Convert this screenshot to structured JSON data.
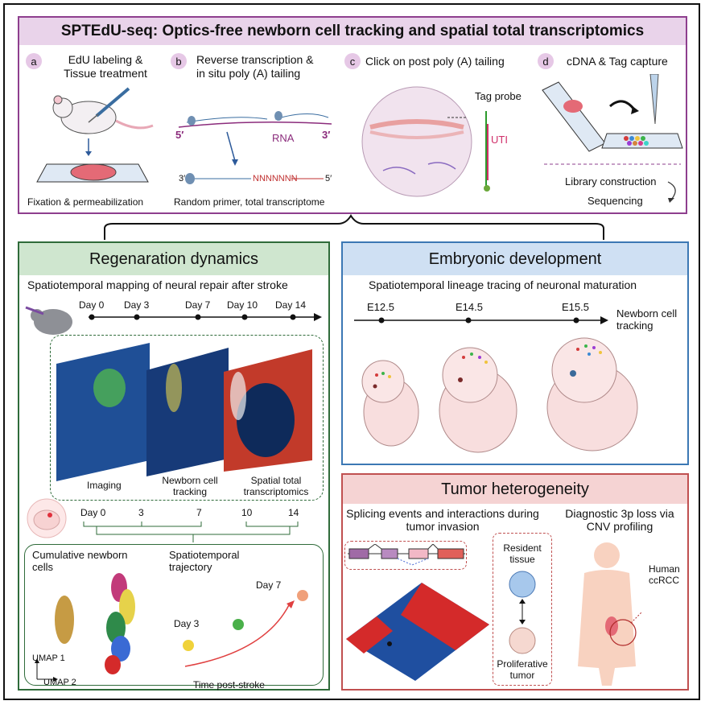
{
  "title": "SPTEdU-seq: Optics-free newborn cell tracking and spatial total transcriptomics",
  "steps": [
    {
      "badge": "a",
      "line1": "EdU labeling &",
      "line2": "Tissue treatment",
      "caption": "Fixation & permeabilization"
    },
    {
      "badge": "b",
      "line1": "Reverse transcription &",
      "line2": "in situ poly (A) tailing",
      "caption": "Random primer, total transcriptome"
    },
    {
      "badge": "c",
      "line1": "Click on post poly (A) tailing",
      "line2": ""
    },
    {
      "badge": "d",
      "line1": "cDNA & Tag capture",
      "line2": ""
    }
  ],
  "step_b_labels": {
    "five_prime": "5′",
    "rna": "RNA",
    "three_prime": "3′",
    "primer_3": "3′",
    "primer_5": "5′",
    "nnn": "NNNNNNN"
  },
  "step_c_labels": {
    "tag_probe": "Tag probe",
    "uti": "UTI"
  },
  "step_d_labels": {
    "library": "Library construction",
    "sequencing": "Sequencing"
  },
  "regen": {
    "header": "Regenaration dynamics",
    "subtitle": "Spatiotemporal mapping of neural repair after stroke",
    "timeline": [
      "Day 0",
      "Day 3",
      "Day 7",
      "Day 10",
      "Day 14"
    ],
    "image_labels": [
      "Imaging",
      "Newborn cell tracking",
      "Spatial total transcriptomics"
    ],
    "lower_timeline": [
      "Day 0",
      "3",
      "7",
      "10",
      "14"
    ],
    "cumulative": "Cumulative newborn cells",
    "trajectory": "Spatiotemporal trajectory",
    "umap1": "UMAP 1",
    "umap2": "UMAP 2",
    "day3": "Day 3",
    "day7": "Day 7",
    "time_axis": "Time post-stroke"
  },
  "embryo": {
    "header": "Embryonic development",
    "subtitle": "Spatiotemporal lineage tracing of neuronal maturation",
    "stages": [
      "E12.5",
      "E14.5",
      "E15.5"
    ],
    "arrow_label": "Newborn cell tracking"
  },
  "tumor": {
    "header": "Tumor heterogeneity",
    "left_title": "Splicing events and interactions during tumor invasion",
    "right_title": "Diagnostic 3p loss via CNV profiling",
    "resident": "Resident tissue",
    "proliferative": "Proliferative tumor",
    "human": "Human ccRCC"
  }
}
